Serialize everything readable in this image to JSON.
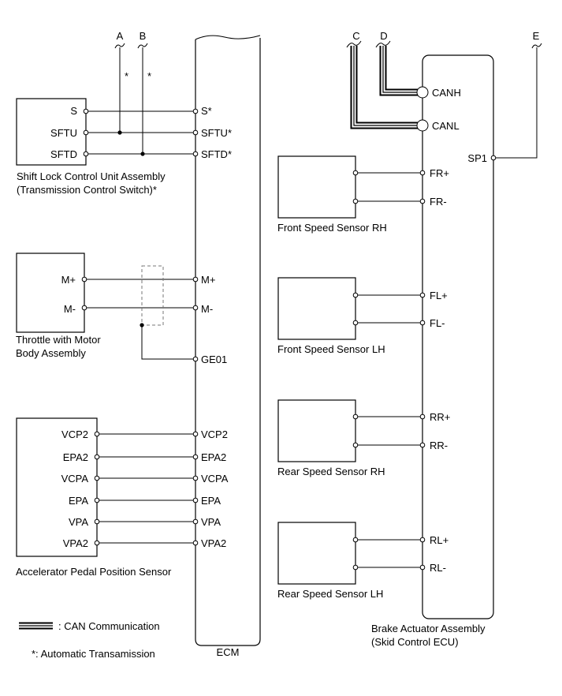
{
  "connectors": {
    "A": "A",
    "B": "B",
    "C": "C",
    "D": "D",
    "E": "E",
    "note_a": "*",
    "note_b": "*"
  },
  "ecm": {
    "label": "ECM",
    "pins": [
      "S*",
      "SFTU*",
      "SFTD*",
      "M+",
      "M-",
      "GE01",
      "VCP2",
      "EPA2",
      "VCPA",
      "EPA",
      "VPA",
      "VPA2"
    ]
  },
  "shift_lock": {
    "label_line1": "Shift Lock Control Unit Assembly",
    "label_line2": "(Transmission Control Switch)*",
    "pins": [
      "S",
      "SFTU",
      "SFTD"
    ]
  },
  "throttle": {
    "label_line1": "Throttle with Motor",
    "label_line2": "Body Assembly",
    "pins": [
      "M+",
      "M-"
    ]
  },
  "accel": {
    "label": "Accelerator Pedal Position Sensor",
    "pins": [
      "VCP2",
      "EPA2",
      "VCPA",
      "EPA",
      "VPA",
      "VPA2"
    ]
  },
  "brake": {
    "label_line1": "Brake Actuator Assembly",
    "label_line2": "(Skid Control ECU)",
    "can_pins": [
      "CANH",
      "CANL"
    ],
    "sp1": "SP1"
  },
  "sensors": [
    {
      "label": "Front Speed Sensor RH",
      "pins": [
        "FR+",
        "FR-"
      ]
    },
    {
      "label": "Front Speed Sensor LH",
      "pins": [
        "FL+",
        "FL-"
      ]
    },
    {
      "label": "Rear Speed Sensor RH",
      "pins": [
        "RR+",
        "RR-"
      ]
    },
    {
      "label": "Rear Speed Sensor LH",
      "pins": [
        "RL+",
        "RL-"
      ]
    }
  ],
  "legend": {
    "can": ": CAN Communication",
    "auto": "*: Automatic Transamission"
  }
}
